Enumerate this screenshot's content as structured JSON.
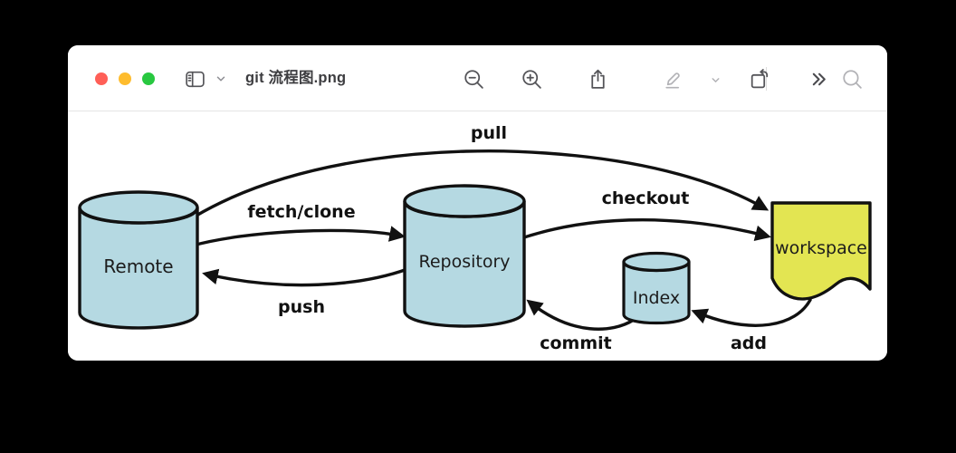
{
  "window": {
    "title": "git 流程图.png",
    "traffic_lights": [
      {
        "name": "close",
        "color": "#ff5f57"
      },
      {
        "name": "minimize",
        "color": "#febc2e"
      },
      {
        "name": "zoom",
        "color": "#28c840"
      }
    ],
    "toolbar": {
      "left_icons": [
        "sidebar-toggle-icon",
        "chevron-down-icon"
      ],
      "right_icons": [
        "zoom-out-icon",
        "zoom-in-icon",
        "share-icon",
        "markup-pencil-icon",
        "markup-chevron-down-icon",
        "rotate-icon",
        "more-chevrons-icon",
        "search-icon"
      ],
      "disabled_icon_color": "#b2b2b6",
      "active_icon_color": "#545458"
    }
  },
  "diagram": {
    "colors": {
      "cylinder_fill": "#b5d9e2",
      "workspace_fill": "#e3e552",
      "stroke": "#111111"
    },
    "nodes": [
      {
        "id": "remote",
        "label": "Remote",
        "shape": "cylinder"
      },
      {
        "id": "repository",
        "label": "Repository",
        "shape": "cylinder"
      },
      {
        "id": "index",
        "label": "Index",
        "shape": "cylinder"
      },
      {
        "id": "workspace",
        "label": "workspace",
        "shape": "document"
      }
    ],
    "edges": [
      {
        "label": "pull",
        "from": "remote",
        "to": "workspace"
      },
      {
        "label": "fetch/clone",
        "from": "remote",
        "to": "repository"
      },
      {
        "label": "push",
        "from": "repository",
        "to": "remote"
      },
      {
        "label": "checkout",
        "from": "repository",
        "to": "workspace"
      },
      {
        "label": "commit",
        "from": "index",
        "to": "repository"
      },
      {
        "label": "add",
        "from": "workspace",
        "to": "index"
      }
    ]
  }
}
